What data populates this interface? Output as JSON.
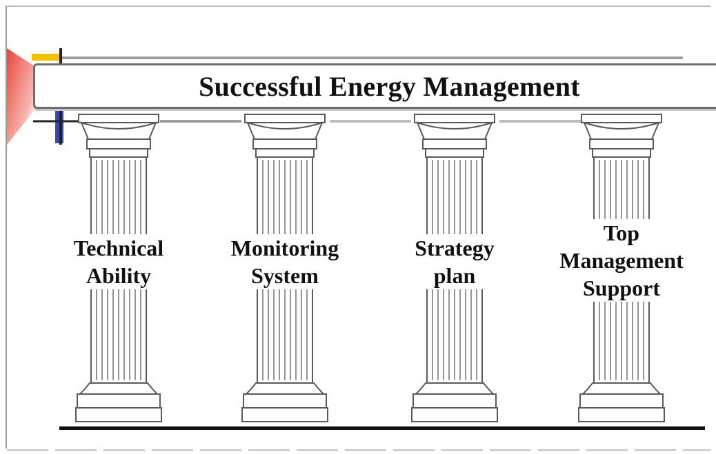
{
  "diagram": {
    "title": "Successful Energy Management",
    "pillars": [
      {
        "label_lines": [
          "Technical",
          "Ability"
        ]
      },
      {
        "label_lines": [
          "Monitoring",
          "System"
        ]
      },
      {
        "label_lines": [
          "Strategy",
          "plan"
        ]
      },
      {
        "label_lines": [
          "Top",
          "Management",
          "Support"
        ]
      }
    ]
  },
  "colors": {
    "accent_red": "#e8463a",
    "accent_yellow": "#f2c200",
    "accent_blue": "#3a4a9c",
    "stroke": "#5a5a5a",
    "text": "#111111"
  }
}
